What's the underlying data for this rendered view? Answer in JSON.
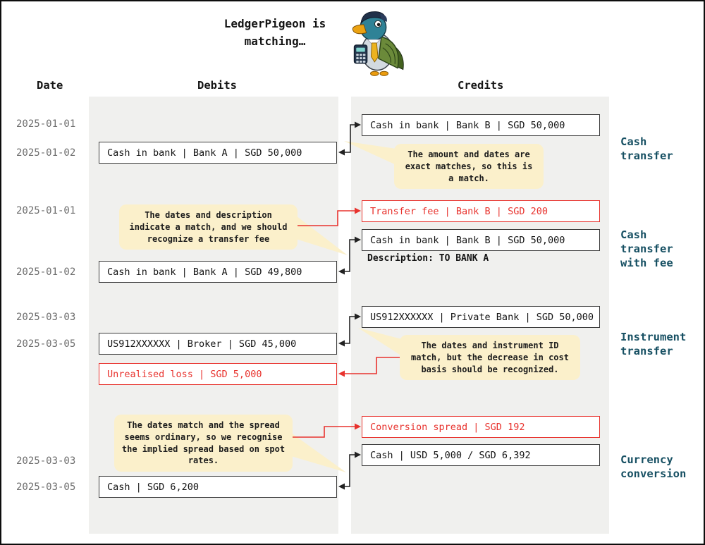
{
  "title": {
    "line1": "LedgerPigeon is",
    "line2": "matching…"
  },
  "mascot": {
    "icon": "pigeon-accountant-with-calculator"
  },
  "columns": {
    "date": "Date",
    "debits": "Debits",
    "credits": "Credits"
  },
  "colors": {
    "highlight_red": "#e8332e",
    "label_teal": "#175063",
    "callout_bg": "#fbf0cb",
    "panel_bg": "#f0f0ee",
    "date_gray": "#6e6e6e",
    "box_border": "#3c3c3c"
  },
  "groups": [
    {
      "label": "Cash transfer",
      "dates": [
        "2025-01-01",
        "2025-01-02"
      ],
      "credit_entries": [
        {
          "text": "Cash in bank | Bank B | SGD 50,000",
          "highlight": false
        }
      ],
      "debit_entries": [
        {
          "text": "Cash in bank | Bank A | SGD 50,000",
          "highlight": false
        }
      ],
      "note_lines": [
        "The amount and dates are",
        "exact matches, so this is",
        "a match."
      ]
    },
    {
      "label": "Cash transfer with fee",
      "dates": [
        "2025-01-01",
        "2025-01-02"
      ],
      "credit_entries": [
        {
          "text": "Transfer fee | Bank B | SGD 200",
          "highlight": true
        },
        {
          "text": "Cash in bank | Bank B | SGD 50,000",
          "highlight": false,
          "description": "Description: TO BANK A"
        }
      ],
      "debit_entries": [
        {
          "text": "Cash in bank | Bank A | SGD 49,800",
          "highlight": false
        }
      ],
      "note_lines": [
        "The dates and description",
        "indicate a match, and we should",
        "recognize a transfer fee"
      ]
    },
    {
      "label": "Instrument transfer",
      "dates": [
        "2025-03-03",
        "2025-03-05"
      ],
      "credit_entries": [
        {
          "text": "US912XXXXXX | Private Bank | SGD 50,000",
          "highlight": false
        }
      ],
      "debit_entries": [
        {
          "text": "US912XXXXXX | Broker | SGD 45,000",
          "highlight": false
        },
        {
          "text": "Unrealised loss | SGD 5,000",
          "highlight": true
        }
      ],
      "note_lines": [
        "The dates and instrument ID",
        "match, but the decrease in cost",
        "basis should be recognized."
      ]
    },
    {
      "label": "Currency conversion",
      "dates": [
        "2025-03-03",
        "2025-03-05"
      ],
      "credit_entries": [
        {
          "text": "Conversion spread | SGD 192",
          "highlight": true
        },
        {
          "text": "Cash | USD 5,000 / SGD 6,392",
          "highlight": false
        }
      ],
      "debit_entries": [
        {
          "text": "Cash | SGD 6,200",
          "highlight": false
        }
      ],
      "note_lines": [
        "The dates match and the spread",
        "seems ordinary, so we recognise",
        "the implied spread based on spot",
        "rates."
      ]
    }
  ]
}
